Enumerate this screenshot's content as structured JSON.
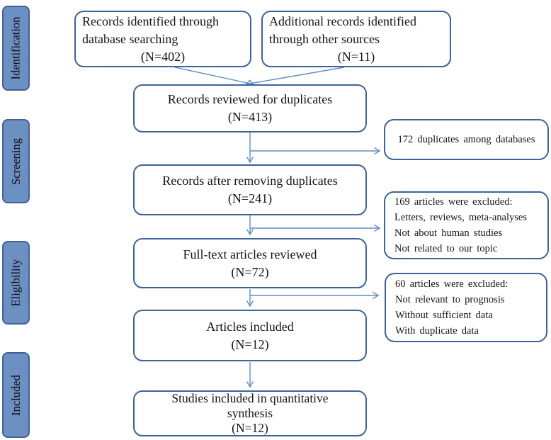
{
  "diagram": {
    "stages": [
      {
        "label": "Identification"
      },
      {
        "label": "Screening"
      },
      {
        "label": "Eligibility"
      },
      {
        "label": "Included"
      }
    ],
    "boxes": {
      "records_identified": {
        "line1": "Records identified through",
        "line2": "database searching",
        "n": "(N=402)"
      },
      "additional_records": {
        "line1": "Additional records identified",
        "line2": "through other sources",
        "n": "(N=11)"
      },
      "duplicates_review": {
        "title": "Records reviewed for duplicates",
        "n": "(N=413)"
      },
      "after_duplicates": {
        "title": "Records after removing duplicates",
        "n": "(N=241)"
      },
      "full_text": {
        "title": "Full-text articles reviewed",
        "n": "(N=72)"
      },
      "included": {
        "title": "Articles included",
        "n": "(N=12)"
      },
      "quantitative": {
        "line1": "Studies included in quantitative",
        "line2": "synthesis",
        "n": "(N=12)"
      }
    },
    "side_boxes": {
      "duplicates": {
        "line1": "172 duplicates among databases"
      },
      "screening_excluded": {
        "line1": "169 articles were excluded:",
        "line2": "Letters, reviews, meta-analyses",
        "line3": "Not about human studies",
        "line4": "Not related to our topic"
      },
      "fulltext_excluded": {
        "line1": "60 articles were excluded:",
        "line2": "Not relevant to prognosis",
        "line3": "Without sufficient data",
        "line4": "With duplicate data"
      }
    },
    "colors": {
      "box_border": "#3d6398",
      "arrow": "#5d8ec9",
      "stage_fill": "#6d90c3",
      "stage_border": "#40619a",
      "text": "#141414",
      "background": "#ffffff"
    }
  }
}
